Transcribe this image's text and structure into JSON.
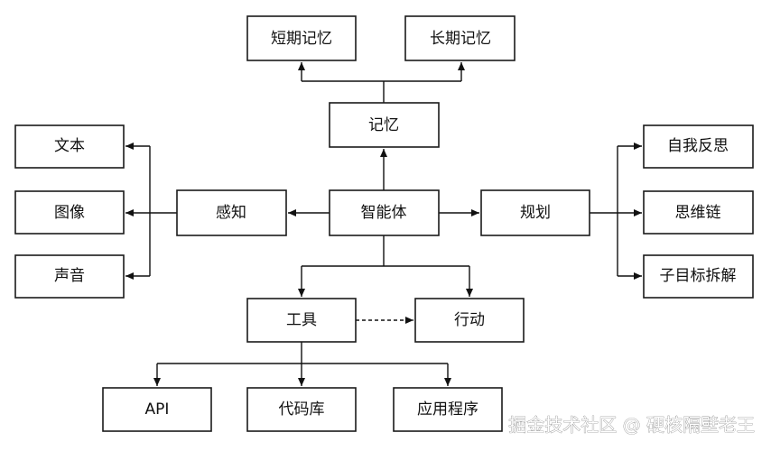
{
  "nodes": {
    "short_term_memory": "短期记忆",
    "long_term_memory": "长期记忆",
    "memory": "记忆",
    "text": "文本",
    "image": "图像",
    "sound": "声音",
    "perception": "感知",
    "agent": "智能体",
    "planning": "规划",
    "self_reflection": "自我反思",
    "chain_of_thought": "思维链",
    "subgoal_decomposition": "子目标拆解",
    "tools": "工具",
    "action": "行动",
    "api": "API",
    "code_library": "代码库",
    "application": "应用程序"
  },
  "watermark": "掘金技术社区 @ 硬核隔壁老王",
  "colors": {
    "stroke": "#111111",
    "background": "#ffffff"
  }
}
